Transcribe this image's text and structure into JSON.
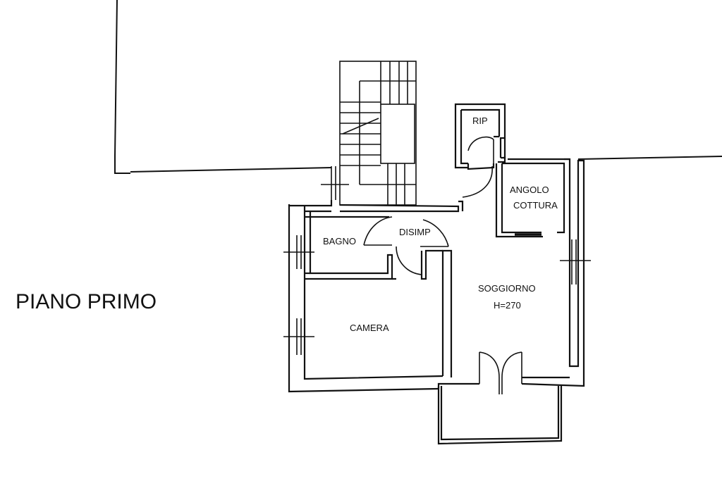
{
  "title": "PIANO PRIMO",
  "rooms": {
    "rip": "RIP",
    "angolo": "ANGOLO",
    "cottura": "COTTURA",
    "bagno": "BAGNO",
    "disimp": "DISIMP",
    "soggiorno": "SOGGIORNO",
    "height": "H=270",
    "camera": "CAMERA"
  }
}
